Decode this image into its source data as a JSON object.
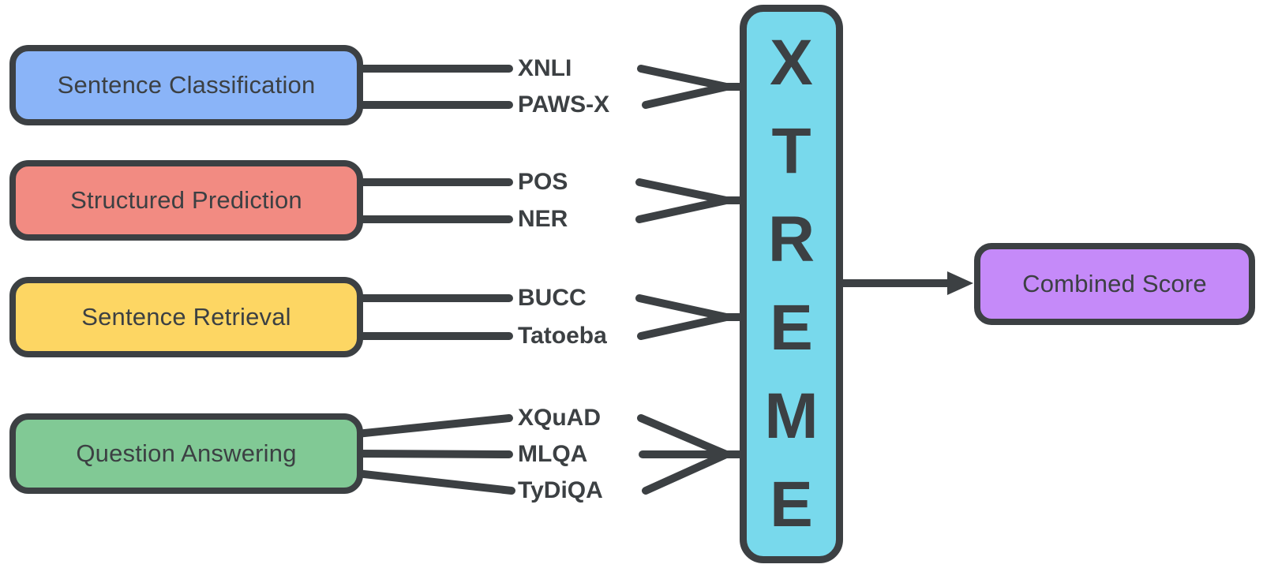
{
  "categories": [
    {
      "label": "Sentence Classification",
      "color": "#8ab4f8",
      "tasks": [
        "XNLI",
        "PAWS-X"
      ]
    },
    {
      "label": "Structured Prediction",
      "color": "#f28b82",
      "tasks": [
        "POS",
        "NER"
      ]
    },
    {
      "label": "Sentence Retrieval",
      "color": "#fdd663",
      "tasks": [
        "BUCC",
        "Tatoeba"
      ]
    },
    {
      "label": "Question Answering",
      "color": "#81c995",
      "tasks": [
        "XQuAD",
        "MLQA",
        "TyDiQA"
      ]
    }
  ],
  "benchmark": {
    "name": "XTREME",
    "letters": [
      "X",
      "T",
      "R",
      "E",
      "M",
      "E"
    ],
    "color": "#78d9ec"
  },
  "output": {
    "label": "Combined Score",
    "color": "#c58af9"
  },
  "style": {
    "line_color": "#3c4043",
    "text_color": "#3c4043",
    "background": "#ffffff"
  }
}
